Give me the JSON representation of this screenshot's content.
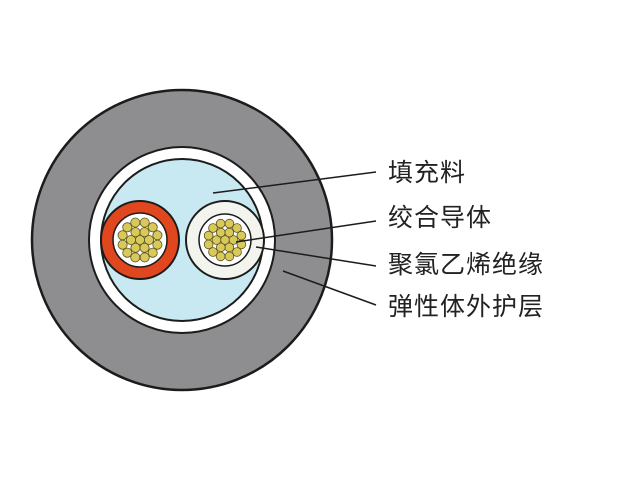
{
  "diagram": {
    "labels": {
      "filler": "填充料",
      "conductor": "绞合导体",
      "insulation": "聚氯乙烯绝缘",
      "sheath": "弹性体外护层"
    },
    "colors": {
      "sheath": "#8e8e90",
      "filler": "#c8e8f2",
      "insulation_red": "#e0471f",
      "insulation_white": "#f4f4ef",
      "strand": "#d9c95a",
      "outline": "#1c1c1c"
    }
  }
}
